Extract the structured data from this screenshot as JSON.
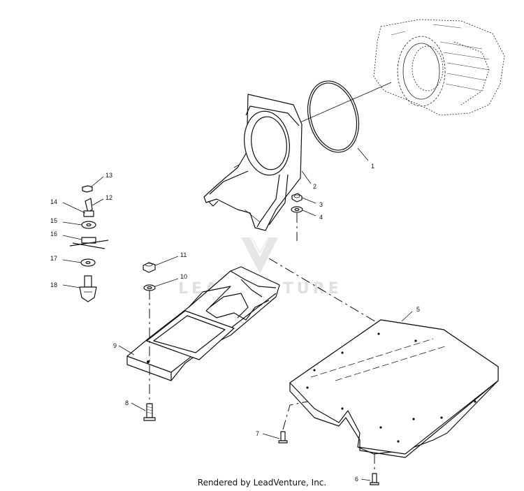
{
  "callouts": {
    "c1": "1",
    "c2": "2",
    "c3": "3",
    "c4": "4",
    "c5": "5",
    "c6": "6",
    "c7": "7",
    "c8": "8",
    "c9": "9",
    "c10": "10",
    "c11": "11",
    "c12": "12",
    "c13": "13",
    "c14": "14",
    "c15": "15",
    "c16": "16",
    "c17": "17",
    "c18": "18"
  },
  "watermark": "LEADVENTURE",
  "footer": "Rendered by LeadVenture, Inc.",
  "colors": {
    "line": "#111111",
    "watermark": "#c8c8c8",
    "background": "#ffffff"
  }
}
